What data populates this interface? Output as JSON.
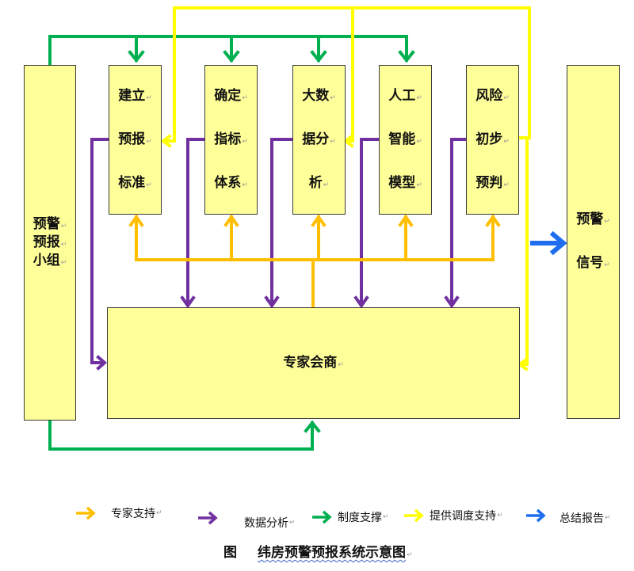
{
  "colors": {
    "box_fill": "#ffff99",
    "expert_support": "#ffbf00",
    "data_analysis": "#7030a0",
    "system_support": "#00b050",
    "scheduling_support": "#ffff00",
    "summary_report": "#1f6ef0"
  },
  "boxes": {
    "team": {
      "lines": [
        "预警",
        "预报",
        "小组"
      ]
    },
    "standard": {
      "lines": [
        "建立",
        "预报",
        "标准"
      ]
    },
    "indicators": {
      "lines": [
        "确定",
        "指标",
        "体系"
      ]
    },
    "bigdata": {
      "lines": [
        "大数",
        "据分",
        "析"
      ]
    },
    "ai": {
      "lines": [
        "人工",
        "智能",
        "模型"
      ]
    },
    "risk": {
      "lines": [
        "风险",
        "初步",
        "预判"
      ]
    },
    "consult": {
      "label": "专家会商"
    },
    "signal": {
      "lines": [
        "预警",
        "信号"
      ]
    }
  },
  "paragraph_mark": "↵",
  "legend": [
    {
      "label": "专家支持",
      "color_key": "expert_support",
      "icon": "arrow-right-icon"
    },
    {
      "label": "数据分析",
      "color_key": "data_analysis",
      "icon": "arrow-right-icon"
    },
    {
      "label": "制度支撑",
      "color_key": "system_support",
      "icon": "arrow-right-icon"
    },
    {
      "label": "提供调度支持",
      "color_key": "scheduling_support",
      "icon": "arrow-right-icon"
    },
    {
      "label": "总结报告",
      "color_key": "summary_report",
      "icon": "arrow-right-icon"
    }
  ],
  "caption": {
    "prefix": "图",
    "title": "纬房预警预报系统示意图"
  }
}
